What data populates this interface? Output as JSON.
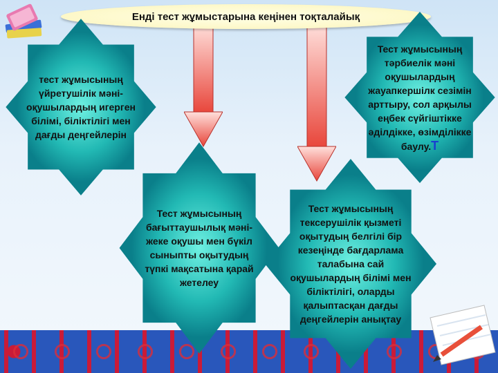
{
  "title": "Енді  тест жұмыстарына кеңінен тоқталайық",
  "stars": {
    "left": {
      "text": "тест  жұмысының үйретушілік мәні- оқушылардың игерген білімі,   біліктілігі  мен дағды деңгейлерін"
    },
    "center": {
      "text": "Тест  жұмысының бағыттаушылық мәні- жеке оқушы мен бүкіл сыныпты оқытудың түпкі мақсатына қарай жетелеу"
    },
    "right_bottom": {
      "text": "Тест жұмысының тексерушілік қызметі оқытудың белгілі бір кезеңінде бағдарлама талабына сай оқушылардың білімі мен біліктілігі, оларды қалыптасқан дағды деңгейлерін анықтау"
    },
    "right_top": {
      "text": "Тест жұмысының тәрбиелік мәні оқушылардың жауапкершілк сезімін арттыру, сол арқылы еңбек сүйгіштікке әділдікке, өзімділікке баулу.",
      "accent": "Т"
    }
  },
  "colors": {
    "star_light": "#4fe0d3",
    "star_dark": "#0a7f8a",
    "arrow_top": "#ffd6d0",
    "arrow_bottom": "#e8453a",
    "title_fill": "#fdf8c8"
  },
  "icons": [
    "books-icon",
    "paper-pencil-icon"
  ]
}
